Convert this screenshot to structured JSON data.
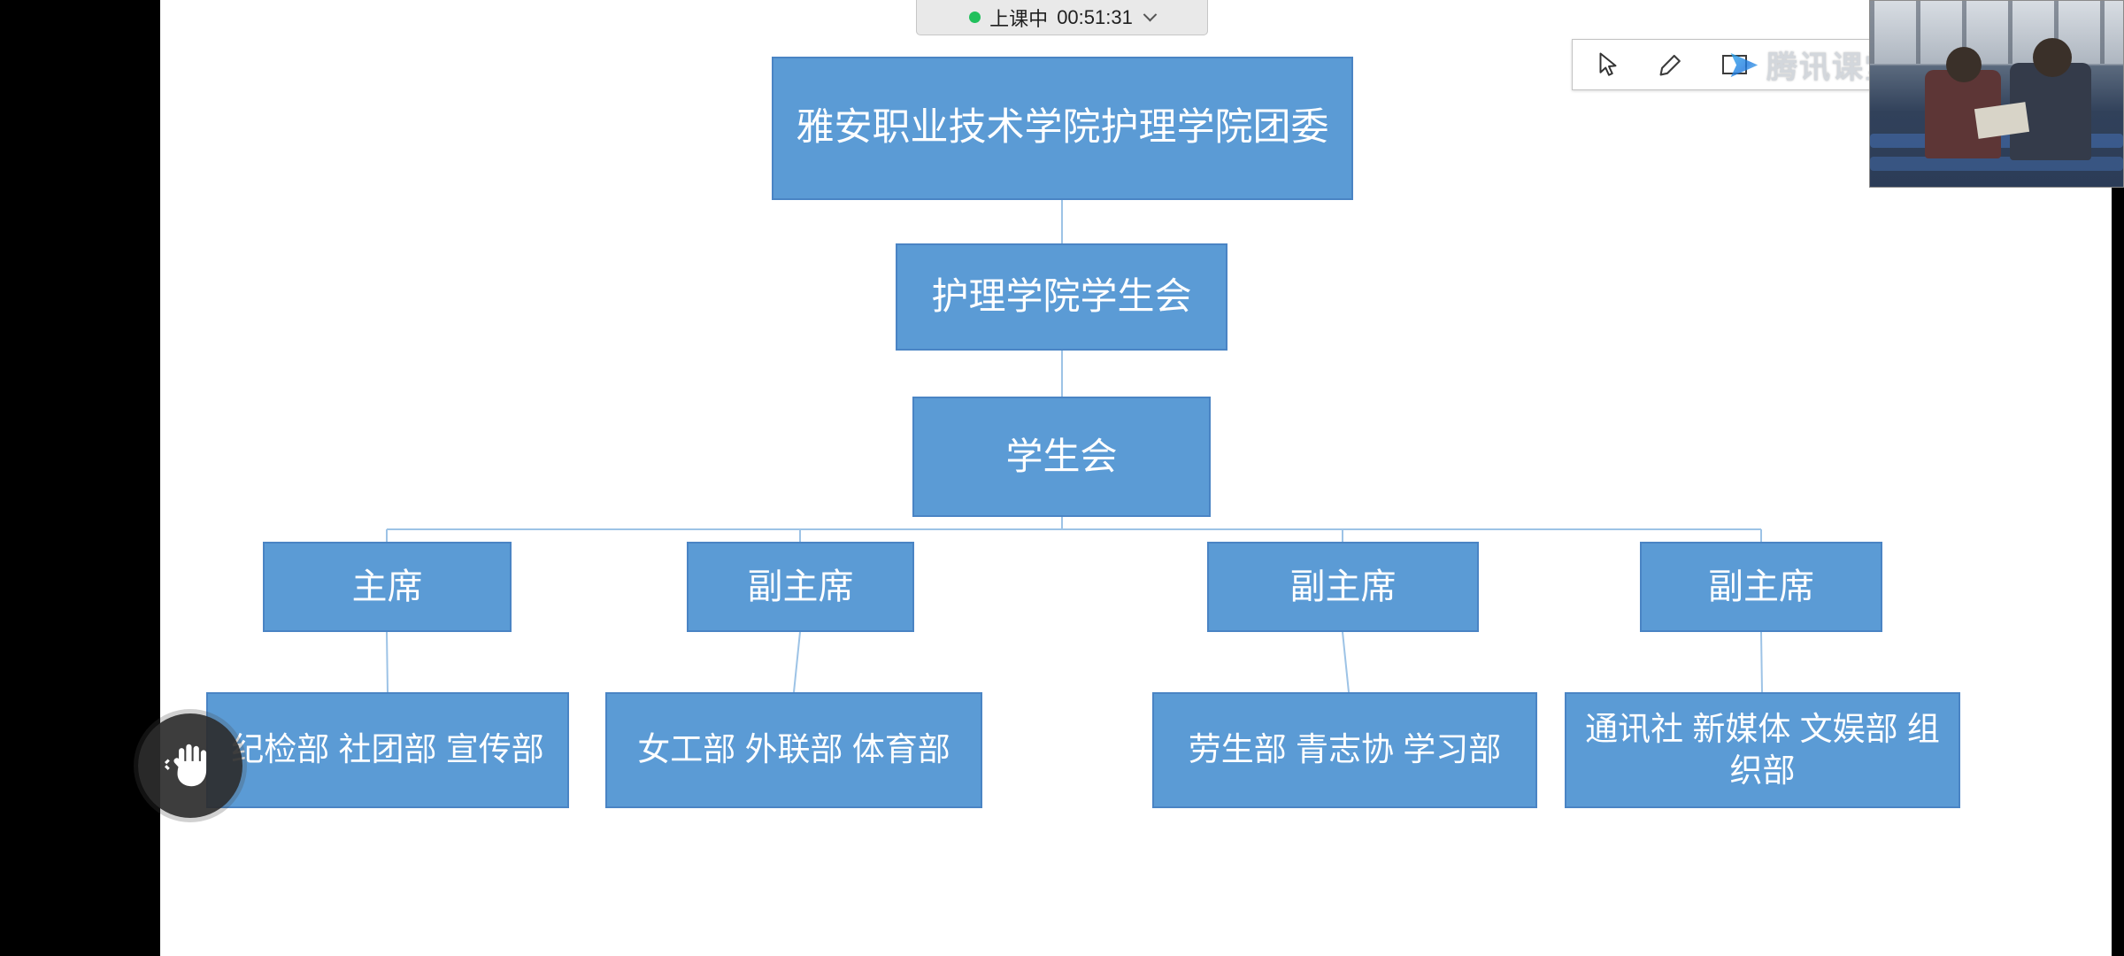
{
  "class_bar": {
    "status_label": "上课中",
    "timer": "00:51:31"
  },
  "annotation_toolbar": {
    "tools": [
      {
        "name": "cursor"
      },
      {
        "name": "pen"
      },
      {
        "name": "rectangle"
      }
    ]
  },
  "watermark": {
    "brand": "腾讯课堂"
  },
  "org_chart": {
    "level1": {
      "label": "雅安职业技术学院护理学院团委"
    },
    "level2": {
      "label": "护理学院学生会"
    },
    "level3": {
      "label": "学生会"
    },
    "level4": [
      {
        "label": "主席"
      },
      {
        "label": "副主席"
      },
      {
        "label": "副主席"
      },
      {
        "label": "副主席"
      }
    ],
    "level5": [
      {
        "label": "纪检部 社团部 宣传部"
      },
      {
        "label": "女工部 外联部 体育部"
      },
      {
        "label": "劳生部 青志协 学习部"
      },
      {
        "label": "通讯社 新媒体 文娱部 组织部"
      }
    ]
  },
  "colors": {
    "box_fill": "#5b9bd5",
    "box_border": "#4a84c4",
    "connector": "#9dc3e6",
    "status_green": "#21c05c"
  }
}
